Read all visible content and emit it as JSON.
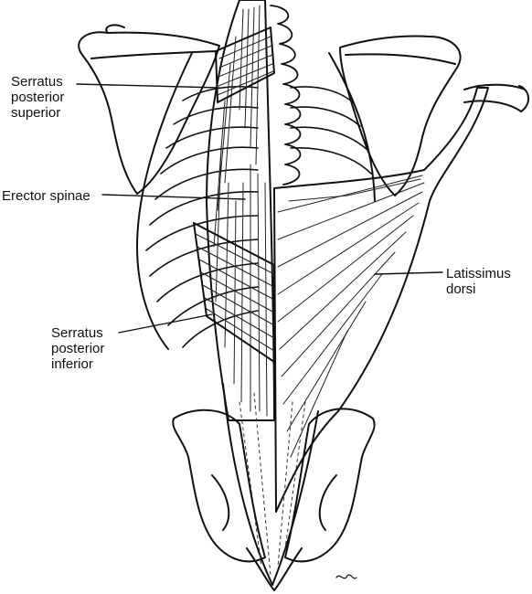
{
  "labels": {
    "serratus_posterior_superior": "Serratus\nposterior\nsuperior",
    "erector_spinae": "Erector spinae",
    "latissimus_dorsi": "Latissimus\ndorsi",
    "serratus_posterior_inferior": "Serratus\nposterior\ninferior"
  },
  "colors": {
    "ink": "#111111",
    "paper": "#ffffff"
  },
  "icons": {
    "artist_mark": "signature-icon"
  }
}
